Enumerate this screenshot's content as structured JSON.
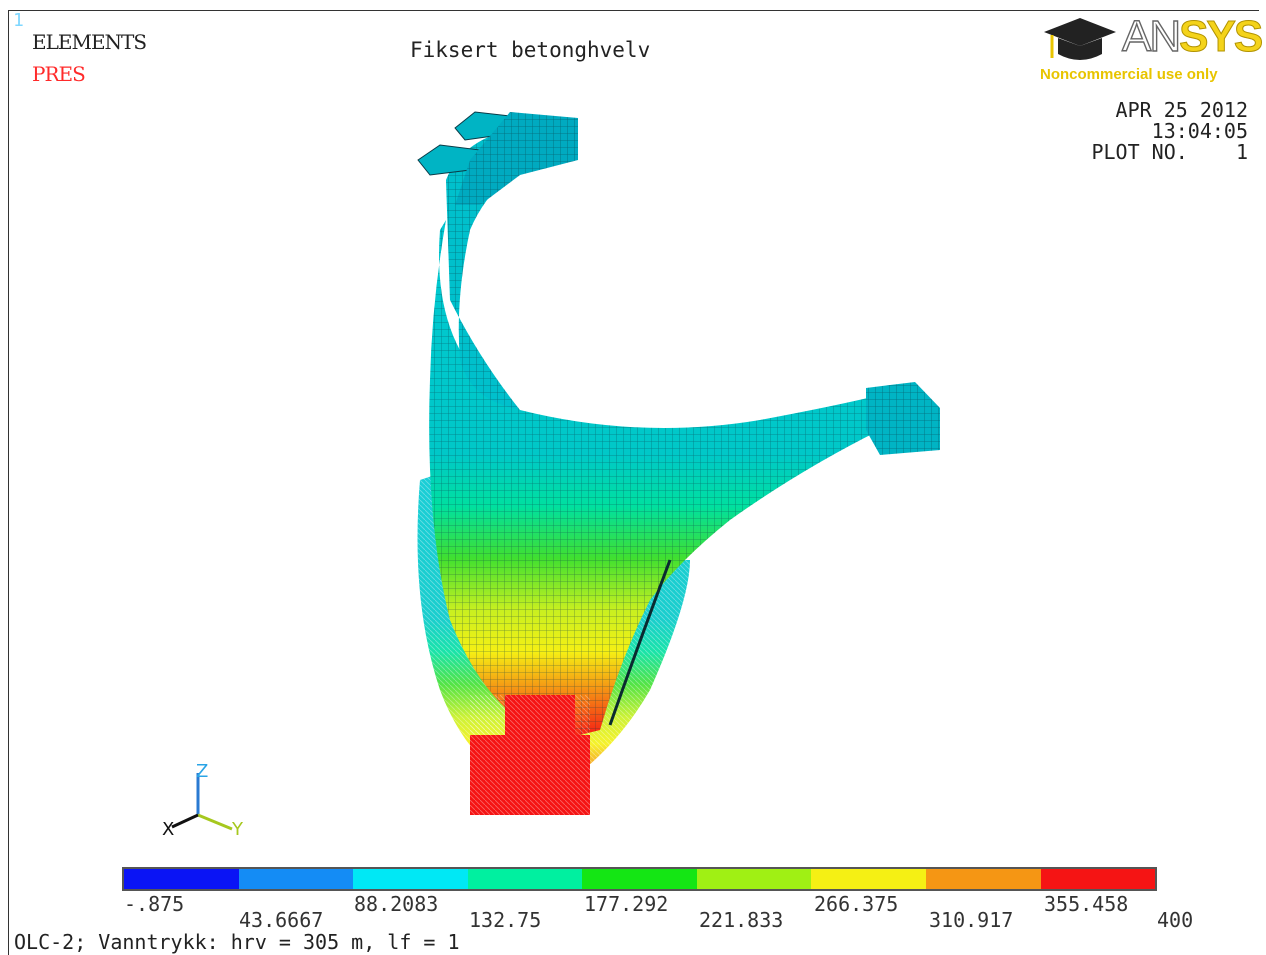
{
  "header": {
    "window_number": "1",
    "display_label": "ELEMENTS",
    "load_label": "PRES",
    "title": "Fiksert betonghvelv"
  },
  "logo": {
    "brand_a": "AN",
    "brand_b": "SYS",
    "subtitle": "Noncommercial use only"
  },
  "plot_info": {
    "date": "APR 25 2012",
    "time": "13:04:05",
    "plot_no_label": "PLOT NO.",
    "plot_no_value": "1"
  },
  "triad": {
    "z": "Z",
    "x": "X",
    "y": "Y"
  },
  "legend": {
    "colors": [
      "#0a14f5",
      "#148cf5",
      "#00e8f5",
      "#00f0a0",
      "#14e614",
      "#a0f014",
      "#f5f014",
      "#f59614",
      "#f51414"
    ],
    "ticks": [
      "-.875",
      "43.6667",
      "88.2083",
      "132.75",
      "177.292",
      "221.833",
      "266.375",
      "310.917",
      "355.458",
      "400"
    ]
  },
  "footer": {
    "caption": "OLC-2; Vanntrykk: hrv = 305 m, lf = 1"
  }
}
